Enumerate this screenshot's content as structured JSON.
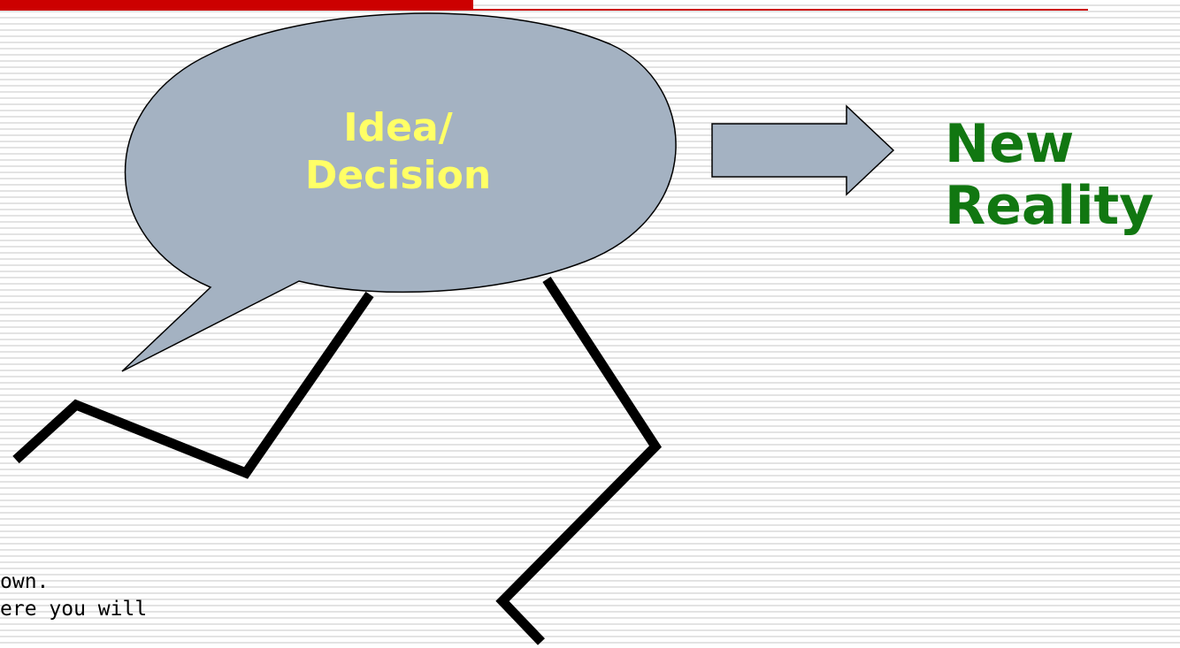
{
  "slide": {
    "bubble_lines": [
      "Idea/",
      "Decision"
    ],
    "result_lines": [
      "New",
      "Reality"
    ],
    "body_lines": [
      "own.",
      "ere you will"
    ]
  },
  "colors": {
    "accent_red": "#cc0000",
    "bubble_fill": "#a4b2c2",
    "bubble_text": "#ffff66",
    "arrow_fill": "#a4b2c2",
    "result_text": "#117711",
    "figure_stroke": "#000000"
  }
}
